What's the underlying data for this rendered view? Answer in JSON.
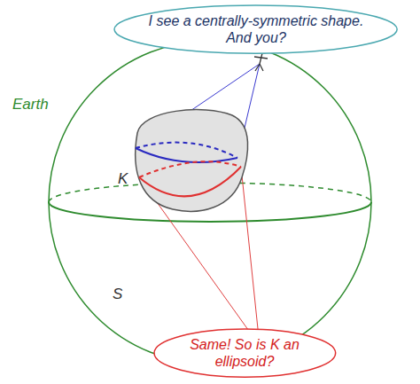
{
  "diagram": {
    "nodes": [
      {
        "text": [
          "I see a centrally-symmetric shape. And you?"
        ]
      },
      {
        "text": [
          "Same! So is K an ellipsoid?"
        ]
      }
    ],
    "labels": [
      "Earth",
      "K",
      "S"
    ]
  }
}
